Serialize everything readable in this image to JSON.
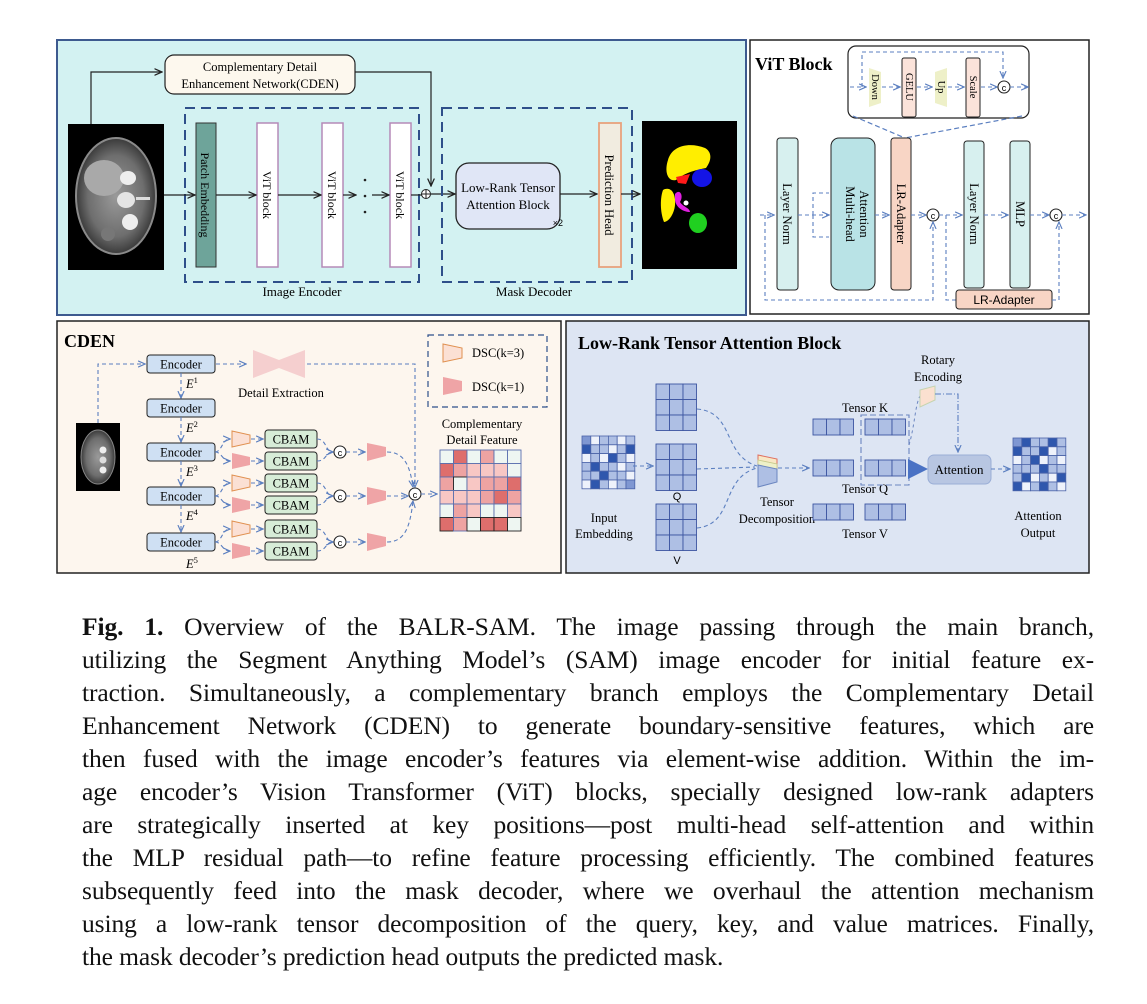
{
  "figure": {
    "overview": {
      "cden_box": [
        "Complementary Detail",
        "Enhancement Network(CDEN)"
      ],
      "patch_embedding": "Patch Embedding",
      "vit_blocks": [
        "ViT block",
        "ViT block",
        "ViT block"
      ],
      "ellipsis": "· · ·",
      "image_encoder_label": "Image Encoder",
      "low_rank_block": [
        "Low-Rank Tensor",
        "Attention Block"
      ],
      "repeat": "×2",
      "prediction_head": "Prediction Head",
      "mask_decoder_label": "Mask Decoder",
      "plus_symbol": "⊕"
    },
    "vit_block": {
      "title": "ViT Block",
      "adapter_parts": [
        "Down",
        "GELU",
        "Up",
        "Scale"
      ],
      "layer_norm_1": "Layer Norm",
      "mha": [
        "Multi-head",
        "Attention"
      ],
      "lr_adapter_1": "LR-Adapter",
      "layer_norm_2": "Layer Norm",
      "mlp": "MLP",
      "lr_adapter_2": "LR-Adapter",
      "concat_symbol": "c"
    },
    "cden": {
      "title": "CDEN",
      "encoders": [
        "Encoder",
        "Encoder",
        "Encoder",
        "Encoder",
        "Encoder"
      ],
      "encoder_outputs": [
        {
          "base": "E",
          "sup": "1"
        },
        {
          "base": "E",
          "sup": "2"
        },
        {
          "base": "E",
          "sup": "3"
        },
        {
          "base": "E",
          "sup": "4"
        },
        {
          "base": "E",
          "sup": "5"
        }
      ],
      "detail_extraction": "Detail Extraction",
      "cbam_label": "CBAM",
      "legend": [
        "DSC(k=3)",
        "DSC(k=1)"
      ],
      "output_label": [
        "Complementary",
        "Detail Feature"
      ],
      "feature_matrix": [
        [
          0,
          3,
          0,
          2,
          0,
          0
        ],
        [
          3,
          2,
          1,
          1,
          1,
          0
        ],
        [
          2,
          0,
          1,
          2,
          2,
          3
        ],
        [
          1,
          1,
          1,
          2,
          3,
          2
        ],
        [
          0,
          2,
          1,
          0,
          0,
          1
        ],
        [
          3,
          2,
          0,
          3,
          3,
          0
        ]
      ]
    },
    "lrta": {
      "title": "Low-Rank Tensor Attention Block",
      "input_label": [
        "Input",
        "Embedding"
      ],
      "q_label": "Q",
      "v_label": "V",
      "decomp_label": [
        "Tensor",
        "Decomposition"
      ],
      "tensor_k": "Tensor K",
      "tensor_q": "Tensor Q",
      "tensor_v": "Tensor V",
      "rotary": [
        "Rotary",
        "Encoding"
      ],
      "attention": "Attention",
      "output_label": [
        "Attention",
        "Output"
      ],
      "input_matrix": [
        [
          2,
          0,
          1,
          1,
          0,
          1
        ],
        [
          3,
          1,
          1,
          0,
          1,
          3
        ],
        [
          0,
          1,
          0,
          3,
          1,
          0
        ],
        [
          1,
          3,
          1,
          1,
          0,
          1
        ],
        [
          1,
          1,
          3,
          1,
          1,
          0
        ],
        [
          0,
          3,
          1,
          0,
          1,
          2
        ]
      ],
      "output_matrix": [
        [
          2,
          3,
          1,
          1,
          3,
          1
        ],
        [
          3,
          1,
          1,
          3,
          0,
          1
        ],
        [
          0,
          1,
          3,
          0,
          1,
          0
        ],
        [
          1,
          1,
          1,
          3,
          1,
          1
        ],
        [
          1,
          3,
          0,
          1,
          0,
          3
        ],
        [
          3,
          0,
          1,
          3,
          1,
          0
        ]
      ]
    }
  },
  "caption": {
    "label": "Fig. 1.",
    "lines": [
      " Overview of the BALR-SAM. The image passing through the main branch,",
      "utilizing the Segment Anything Model’s (SAM) image encoder for initial feature ex-",
      "traction. Simultaneously, a complementary branch employs the Complementary Detail",
      "Enhancement Network (CDEN) to generate boundary-sensitive features, which are",
      "then fused with the image encoder’s features via element-wise addition. Within the im-",
      "age encoder’s Vision Transformer (ViT) blocks, specially designed low-rank adapters",
      "are strategically inserted at key positions—post multi-head self-attention and within",
      "the MLP residual path—to refine feature processing efficiently. The combined features",
      "subsequently feed into the mask decoder, where we overhaul the attention mechanism",
      "using a low-rank tensor decomposition of the query, key, and value matrices. Finally,",
      "the mask decoder’s prediction head outputs the predicted mask."
    ]
  },
  "colors": {
    "overview_bg": "#d3f2f2",
    "cden_bg": "#fdf6ee",
    "lrta_bg": "#dde5f3",
    "dash_blue": "#2e4f8a",
    "arrow_blue": "#5b7fc0",
    "encoder_fill": "#cfe0f3",
    "cbam_fill": "#d7ecd7",
    "adapter_fill": "#f8d5c5",
    "teal_fill": "#d7f0ef",
    "mha_fill": "#b9e3e6",
    "grid_blue": "#aebfe4"
  }
}
